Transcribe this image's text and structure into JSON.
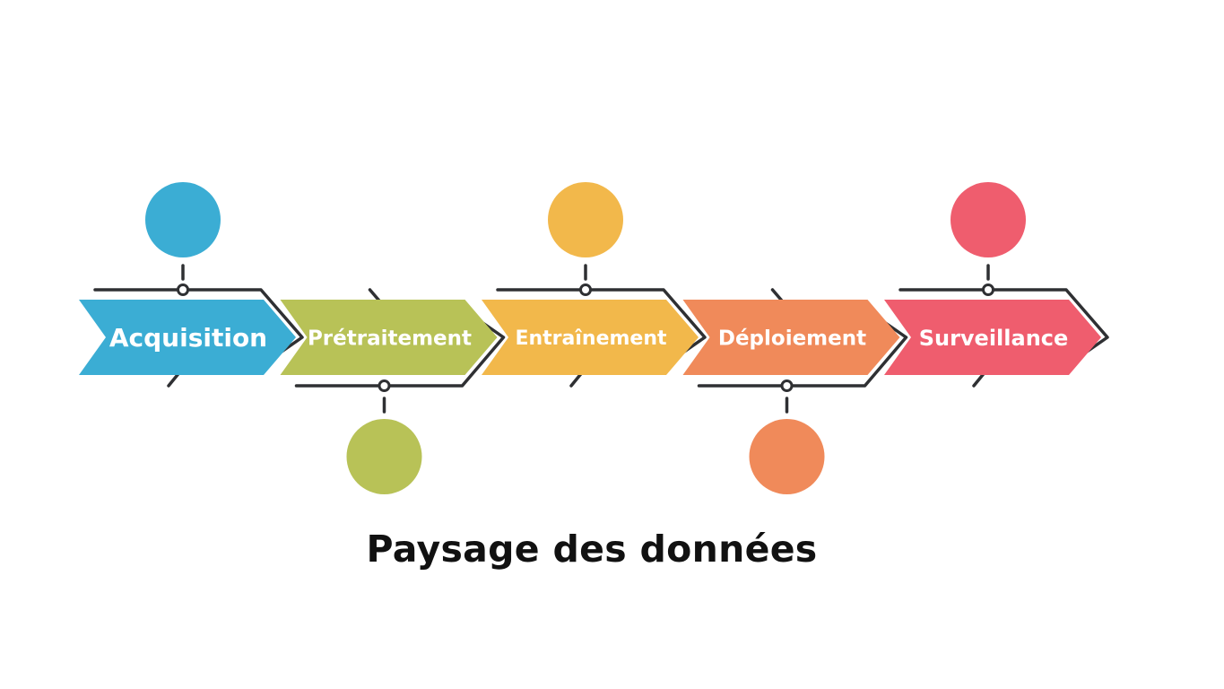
{
  "title": "Paysage des données",
  "steps": [
    {
      "label": "Acquisition",
      "color": "#3badd4",
      "circle_position": "above"
    },
    {
      "label": "Prétraitement",
      "color": "#b8c257",
      "circle_position": "below"
    },
    {
      "label": "Entraînement",
      "color": "#f2b84b",
      "circle_position": "above"
    },
    {
      "label": "Déploiement",
      "color": "#f08a5a",
      "circle_position": "below"
    },
    {
      "label": "Surveillance",
      "color": "#ef5d6e",
      "circle_position": "above"
    }
  ],
  "connector_color": "#2f3033"
}
